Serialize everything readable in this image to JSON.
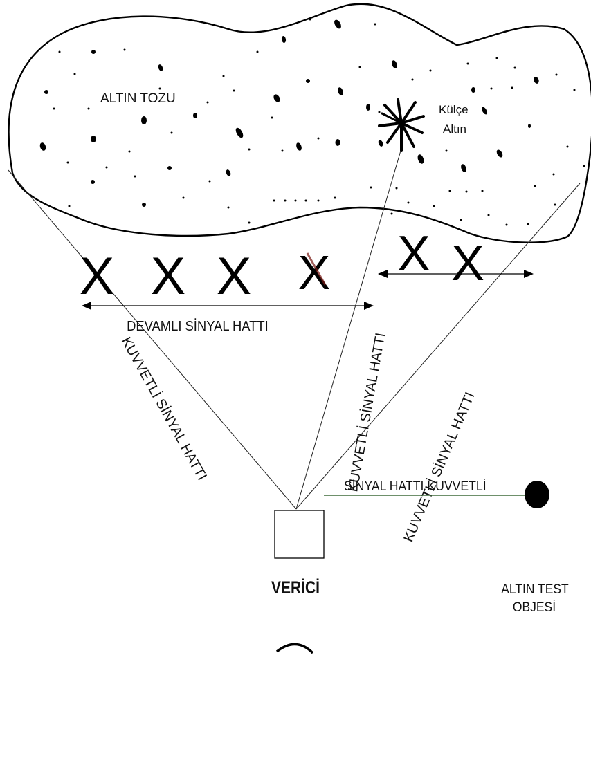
{
  "labels": {
    "gold_dust": "ALTIN TOZU",
    "nugget_line1": "Külçe",
    "nugget_line2": "Altın",
    "continuous_signal": "DEVAMLI SİNYAL HATTI",
    "strong_left": "KUVVETLİ SİNYAL HATTI",
    "strong_middle": "KUVVETLİ SİNYAL HATTI",
    "strong_right": "KUVVETLİ SİNYAL HATTI",
    "signal_strong": "SİNYAL HATTI KUVVETLİ",
    "transmitter": "VERİCİ",
    "test_object_line1": "ALTIN TEST",
    "test_object_line2": "OBJESİ"
  },
  "markers": {
    "x_mark": "X"
  },
  "colors": {
    "ink": "#000000",
    "accent_x": "#7a1a14",
    "test_line": "#3f6b3a"
  }
}
